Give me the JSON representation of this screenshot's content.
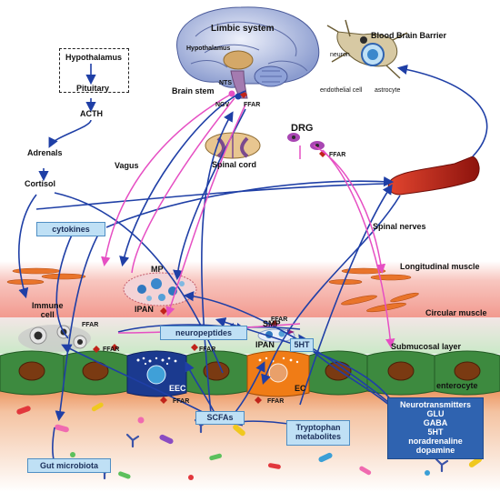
{
  "labels": {
    "limbic_system": "Limbic system",
    "hypothalamus_brain": "Hypothalamus",
    "blood_brain_barrier": "Blood Brain Barrier",
    "neuron": "neuron",
    "endothelial_cell": "endothelial cell",
    "astrocyte": "astrocyte",
    "nts": "NTS",
    "brain_stem": "Brain stem",
    "ngv": "NGV",
    "ffar_brain": "FFAR",
    "hypothalamus_box": "Hypothalamus",
    "pituitary": "Pituitary",
    "acth": "ACTH",
    "adrenals": "Adrenals",
    "cortisol": "Cortisol",
    "vagus": "Vagus",
    "drg": "DRG",
    "ffar_drg": "FFAR",
    "spinal_cord": "Spinal cord",
    "spinal_nerves": "Spinal nerves",
    "cytokines": "cytokines",
    "longitudinal_muscle": "Longitudinal muscle",
    "mp": "MP",
    "ipan_mp": "IPAN",
    "immune_cell": "Immune\ncell",
    "ffar_immune": "FFAR",
    "circular_muscle": "Circular muscle",
    "neuropeptides": "neuropeptides",
    "smp": "SMP",
    "ffar_smp": "FFAR",
    "ipan_smp": "IPAN",
    "five_ht": "5HT",
    "submucosal_layer": "Submucosal layer",
    "ffar_eec_left": "FFAR",
    "ffar_eec_right": "FFAR",
    "eec": "EEC",
    "ec": "EC",
    "enterocyte": "enterocyte",
    "ffar_eec_bottom": "FFAR",
    "ffar_ec_bottom": "FFAR",
    "scfas": "SCFAs",
    "tryptophan_metabolites": "Tryptophan\nmetabolites",
    "neurotransmitters": "Neurotransmitters\nGLU\nGABA\n5HT\nnoradrenaline\ndopamine",
    "gut_microbiota": "Gut microbiota"
  },
  "colors": {
    "brain": "#c9d3ee",
    "pathway_blue": "#1f3fa6",
    "pathway_pink": "#e64fc3",
    "blood_vessel": "#c0241a",
    "muscle_band": "#f6b8b0",
    "submucosa": "#d9efd6",
    "mucosa": "#3d8a3f",
    "lumen": "#f1b087",
    "box_fill": "#bfe0f5"
  }
}
